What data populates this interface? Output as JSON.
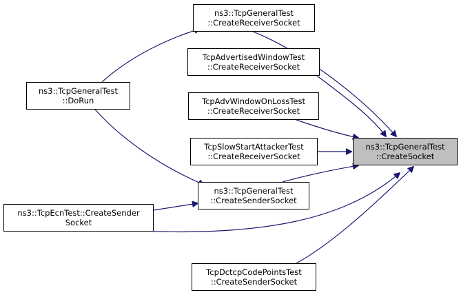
{
  "graph": {
    "edge_color": "#191970",
    "focus_fill": "#bfbfbf",
    "nodes": [
      {
        "id": "focus",
        "lines": [
          "ns3::TcpGeneralTest",
          "::CreateSocket"
        ]
      },
      {
        "id": "gen_recv",
        "lines": [
          "ns3::TcpGeneralTest",
          "::CreateReceiverSocket"
        ]
      },
      {
        "id": "adv_window",
        "lines": [
          "TcpAdvertisedWindowTest",
          "::CreateReceiverSocket"
        ]
      },
      {
        "id": "adv_loss",
        "lines": [
          "TcpAdvWindowOnLossTest",
          "::CreateReceiverSocket"
        ]
      },
      {
        "id": "slow_start",
        "lines": [
          "TcpSlowStartAttackerTest",
          "::CreateReceiverSocket"
        ]
      },
      {
        "id": "gen_sender",
        "lines": [
          "ns3::TcpGeneralTest",
          "::CreateSenderSocket"
        ]
      },
      {
        "id": "dorun",
        "lines": [
          "ns3::TcpGeneralTest",
          "::DoRun"
        ]
      },
      {
        "id": "ecn_sender",
        "lines": [
          "ns3::TcpEcnTest::CreateSender",
          "Socket"
        ]
      },
      {
        "id": "dctcp_sender",
        "lines": [
          "TcpDctcpCodePointsTest",
          "::CreateSenderSocket"
        ]
      }
    ]
  }
}
